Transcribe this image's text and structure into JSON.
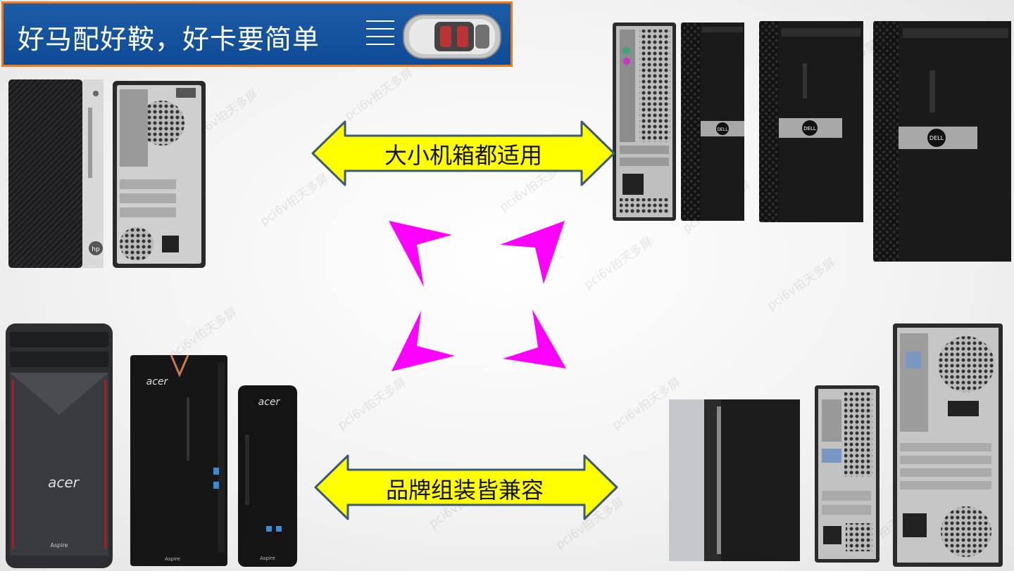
{
  "banner": {
    "title": "好马配好鞍，好卡要简单",
    "menu_icon": "menu-icon",
    "car_icon": "car-icon"
  },
  "arrows": {
    "top_label": "大小机箱都适用",
    "bottom_label": "品牌组装皆兼容"
  },
  "colors": {
    "banner_bg": "#0f4b97",
    "banner_border": "#f07a1a",
    "arrow_fill": "#ffff00",
    "arrow_stroke": "#3b5a78",
    "bracket": "#ff00ff"
  },
  "brands": {
    "hp": "hp",
    "dell": "DELL",
    "acer": "acer",
    "aspire": "Aspire"
  },
  "watermark": "pci6v拍天多屏"
}
